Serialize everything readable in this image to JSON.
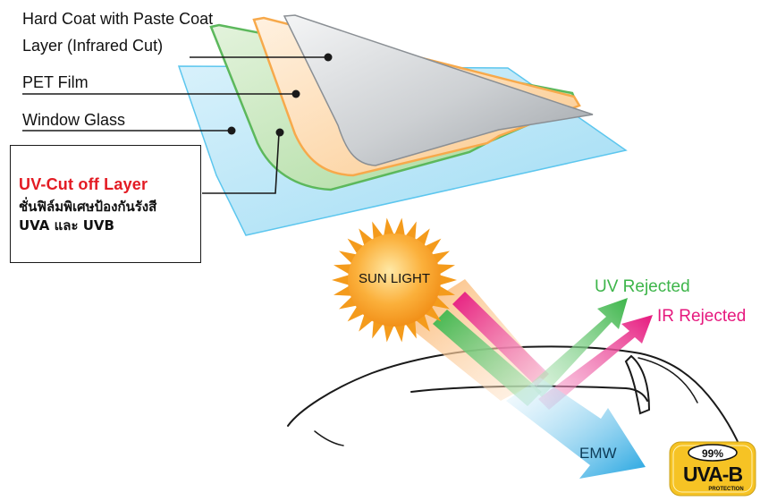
{
  "layers": {
    "hard_coat_line1": "Hard Coat with Paste Coat",
    "hard_coat_line2": "Layer (Infrared Cut)",
    "pet_film": "PET Film",
    "window_glass": "Window Glass"
  },
  "callout": {
    "title": "UV-Cut off Layer",
    "description_line1": "ชั่นฟิล์มพิเศษป้องกันรังสี",
    "description_line2": "UVA และ UVB"
  },
  "sun": {
    "label": "SUN LIGHT"
  },
  "rays": {
    "uv_rejected": "UV Rejected",
    "ir_rejected": "IR Rejected",
    "emw": "EMW"
  },
  "badge": {
    "percent": "99%",
    "label": "UVA-B",
    "sub": "PROTECTION"
  },
  "colors": {
    "glass": "#bfe6f7",
    "glass_edge": "#5cc6ee",
    "green_layer": "#c8e8c0",
    "green_edge": "#5cb85c",
    "orange_layer": "#fde0c0",
    "orange_edge": "#f7a94b",
    "grey_layer": "#c9cccf",
    "uv_green": "#3db54a",
    "ir_pink": "#e6197e",
    "emw_blue": "#29a9e1",
    "sun_orange": "#f39c12",
    "badge_yellow": "#f6c324",
    "callout_red": "#e31b23"
  }
}
